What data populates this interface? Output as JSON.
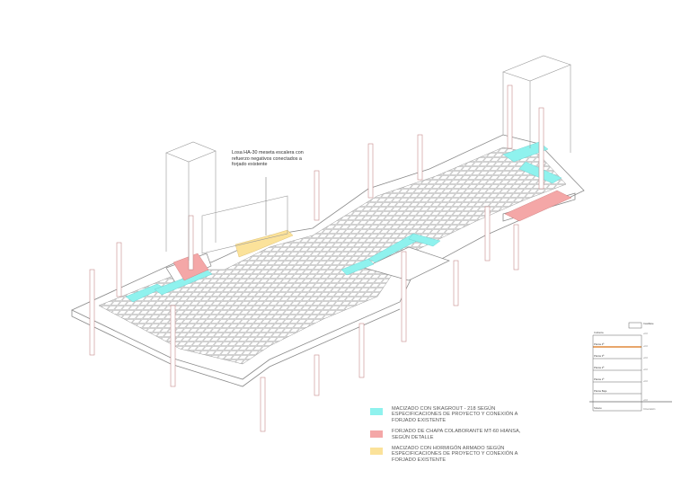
{
  "annotation": {
    "text": "Losa HA-30 meseta escalera con refuerzo negativos conectados a forjado existente"
  },
  "legend": {
    "items": [
      {
        "label": "MACIZADO CON SIKAGROUT - 218 SEGÚN ESPECIFICACIONES DE PROYECTO Y CONEXIÓN A FORJADO EXISTENTE",
        "color": "#8ff2ee"
      },
      {
        "label": "FORJADO DE CHAPA COLABORANTE MT-60 HIANSA, SEGÚN DETALLE",
        "color": "#f4a7a7"
      },
      {
        "label": "MACIZADO CON HORMIGÓN ARMADO SEGÚN ESPECIFICACIONES DE PROYECTO Y CONEXIÓN A FORJADO EXISTENTE",
        "color": "#fbe29a"
      }
    ]
  },
  "floor_key": {
    "floors": [
      {
        "name": "Castillete",
        "level": ""
      },
      {
        "name": "Cubierta",
        "level": "+0.0"
      },
      {
        "name": "Planta 4ª",
        "level": "+0.0",
        "highlight": true
      },
      {
        "name": "Planta 3ª",
        "level": "+0.0"
      },
      {
        "name": "Planta 2ª",
        "level": "+0.0"
      },
      {
        "name": "Planta 1ª",
        "level": "+0.0"
      },
      {
        "name": "Planta Baja",
        "level": "+0.0"
      },
      {
        "name": "Sótano",
        "level": "Cimentación"
      }
    ],
    "highlight_color": "#e0893a"
  }
}
